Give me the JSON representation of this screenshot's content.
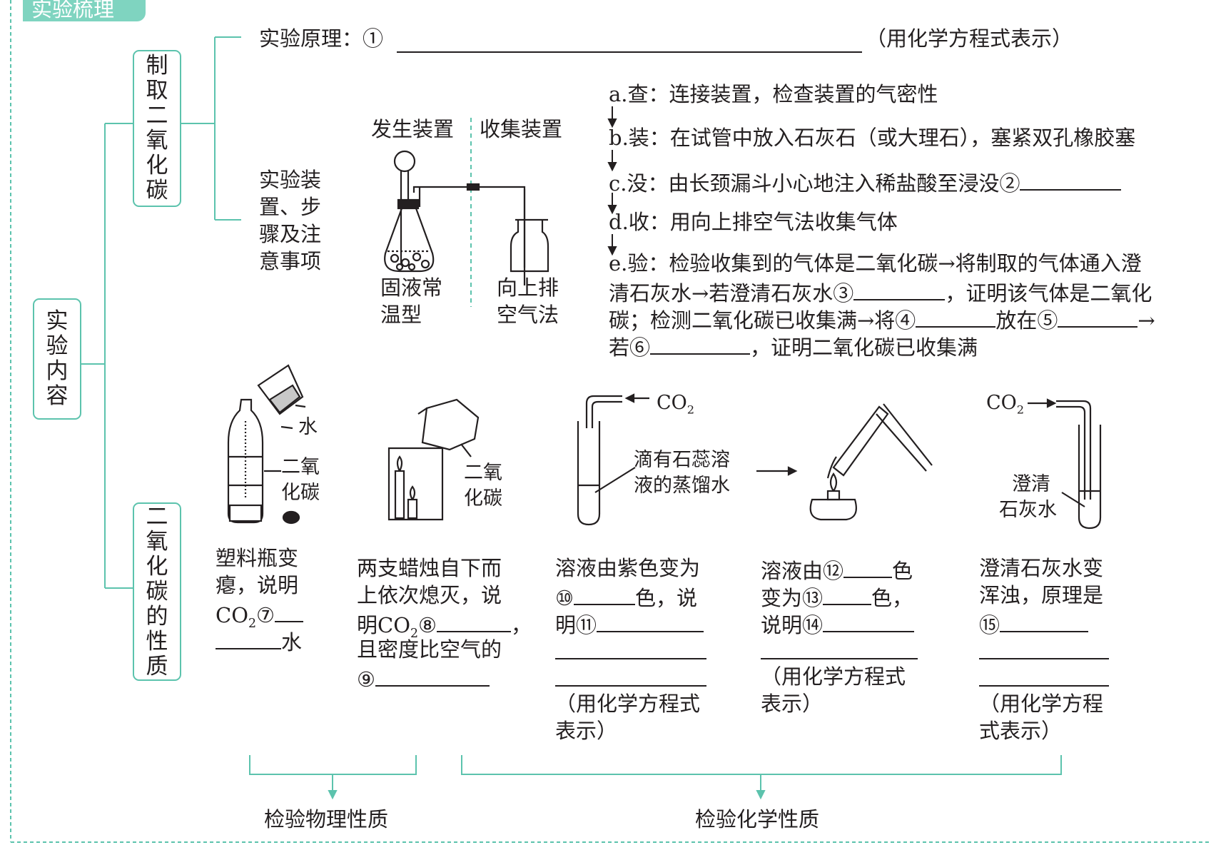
{
  "title": "实验梳理",
  "boxes": {
    "content": [
      "实",
      "验",
      "内",
      "容"
    ],
    "prep": [
      "制",
      "取",
      "二",
      "氧",
      "化",
      "碳"
    ],
    "props": [
      "二",
      "氧",
      "化",
      "碳",
      "的",
      "性",
      "质"
    ]
  },
  "principle": {
    "label": "实验原理：①",
    "suffix": "（用化学方程式表示）"
  },
  "apparatus_label": [
    "实验装",
    "置、步",
    "骤及注",
    "意事项"
  ],
  "apparatus": {
    "gen_title": "发生装置",
    "col_title": "收集装置",
    "gen_type": [
      "固液常",
      "温型"
    ],
    "col_type": [
      "向上排",
      "空气法"
    ]
  },
  "steps": {
    "a": "a.查：连接装置，检查装置的气密性",
    "b": "b.装：在试管中放入石灰石（或大理石），塞紧双孔橡胶塞",
    "c": "c.没：由长颈漏斗小心地注入稀盐酸至浸没②",
    "d": "d.收：用向上排空气法收集气体",
    "e1": "e.验：检验收集到的气体是二氧化碳→将制取的气体通入澄",
    "e2a": "清石灰水→若澄清石灰水③",
    "e2b": "，证明该气体是二氧化",
    "e3a": "碳；检测二氧化碳已收集满→将④",
    "e3b": "放在⑤",
    "e3c": "→",
    "e4a": "若⑥",
    "e4b": "，证明二氧化碳已收集满"
  },
  "figures": {
    "water": "水",
    "co2_bottle": [
      "二氧",
      "化碳"
    ],
    "co2_beaker": [
      "二氧",
      "化碳"
    ],
    "co2_label": "CO",
    "co2_sub": "2",
    "litmus": [
      "滴有石蕊溶",
      "液的蒸馏水"
    ],
    "limewater": [
      "澄清",
      "石灰水"
    ]
  },
  "observations": {
    "o1": [
      "塑料瓶变",
      "瘪，说明",
      "CO",
      "2",
      "⑦",
      "水"
    ],
    "o2": [
      "两支蜡烛自下而",
      "上依次熄灭，说",
      "明CO",
      "2",
      "⑧",
      "，",
      "且密度比空气的",
      "⑨"
    ],
    "o3": [
      "溶液由紫色变为",
      "⑩",
      "色，说",
      "明⑪",
      "（用化学方程式",
      "表示）"
    ],
    "o4": [
      "溶液由⑫",
      "色",
      "变为⑬",
      "色，",
      "说明⑭",
      "（用化学方程式",
      "表示）"
    ],
    "o5": [
      "澄清石灰水变",
      "浑浊，原理是",
      "⑮",
      "（用化学方程",
      "式表示）"
    ]
  },
  "groups": {
    "physical": "检验物理性质",
    "chemical": "检验化学性质"
  }
}
